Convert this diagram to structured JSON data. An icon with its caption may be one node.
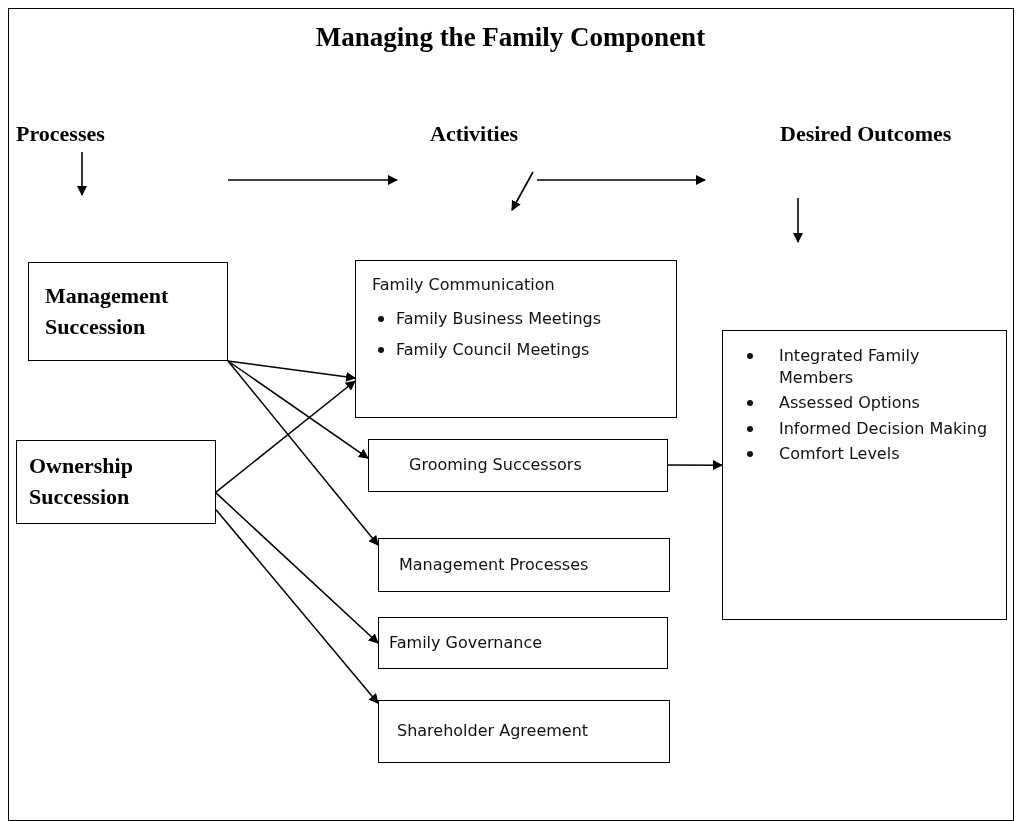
{
  "diagram": {
    "title": "Managing the Family Component",
    "nodes": [
      {
        "text": [
          "Management Succession"
        ]
      },
      {
        "text": [
          "Ownership Succession"
        ]
      },
      {
        "text": [
          "Family Communication",
          "Family Business Meetings",
          "Family Council Meetings"
        ]
      },
      {
        "text": [
          "Grooming Successors"
        ]
      },
      {
        "text": [
          "Management Processes"
        ]
      },
      {
        "text": [
          "Family Governance"
        ]
      },
      {
        "text": [
          "Shareholder Agreement"
        ]
      },
      {
        "text": [
          "Integrated Family Members",
          "Assessed Options",
          "Informed Decision Making",
          "Comfort Levels"
        ]
      }
    ],
    "edges": [
      {
        "from": 0,
        "to": 2,
        "arrow": "to"
      },
      {
        "from": 0,
        "to": 3,
        "arrow": "to"
      },
      {
        "from": 0,
        "to": 4,
        "arrow": "to"
      },
      {
        "from": 1,
        "to": 2,
        "arrow": "to"
      },
      {
        "from": 1,
        "to": 5,
        "arrow": "to"
      },
      {
        "from": 1,
        "to": 6,
        "arrow": "to"
      },
      {
        "from": 3,
        "to": 7,
        "arrow": "to"
      }
    ],
    "labels": [
      "Processes",
      "Activities",
      "Desired Outcomes"
    ]
  }
}
